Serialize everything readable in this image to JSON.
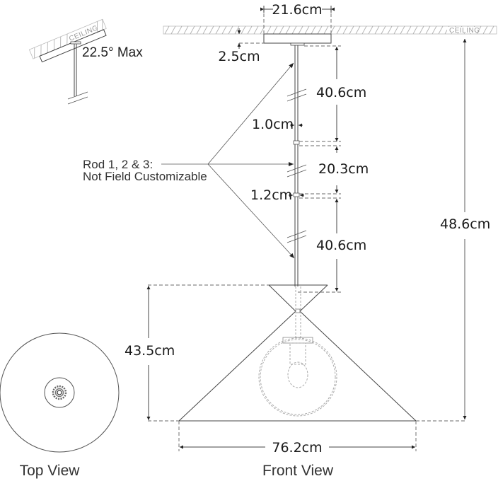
{
  "tilt_detail": {
    "ceiling_label": "CEILING",
    "max_angle_label": "22.5° Max"
  },
  "front_view": {
    "ceiling_label": "CEILING",
    "canopy_width": "21.6cm",
    "canopy_height": "2.5cm",
    "rod1_length": "40.6cm",
    "rod_diameter_1": "1.0cm",
    "rod2_length": "20.3cm",
    "coupler_1": "1.2cm",
    "rod3_length": "40.6cm",
    "shade_height": "43.5cm",
    "shade_width": "76.2cm",
    "overall_height": "48.6cm",
    "callout_line1": "Rod 1, 2 & 3:",
    "callout_line2": "Not Field Customizable",
    "caption": "Front View"
  },
  "top_view": {
    "caption": "Top View"
  }
}
